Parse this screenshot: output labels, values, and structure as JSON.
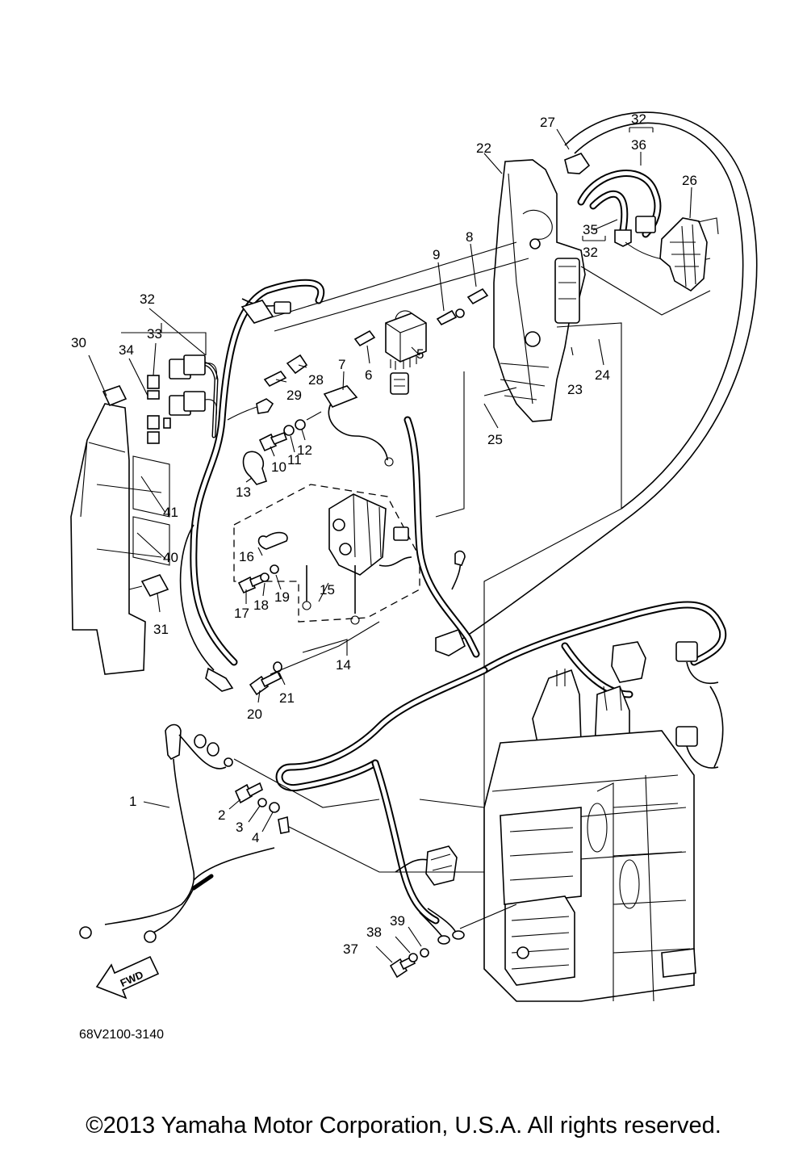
{
  "diagram": {
    "part_number_code": "68V2100-3140",
    "direction_label": "FWD",
    "copyright": "©2013 Yamaha Motor Corporation, U.S.A. All rights reserved.",
    "callouts": {
      "c1": "1",
      "c2": "2",
      "c3": "3",
      "c4": "4",
      "c5": "5",
      "c6": "6",
      "c7": "7",
      "c8": "8",
      "c9": "9",
      "c10": "10",
      "c11": "11",
      "c12": "12",
      "c13": "13",
      "c14": "14",
      "c15": "15",
      "c16": "16",
      "c17": "17",
      "c18": "18",
      "c19": "19",
      "c20": "20",
      "c21": "21",
      "c22": "22",
      "c23": "23",
      "c24": "24",
      "c25": "25",
      "c26": "26",
      "c27": "27",
      "c28": "28",
      "c29": "29",
      "c30": "30",
      "c31": "31",
      "c32a": "32",
      "c32b": "32",
      "c32c": "32",
      "c33": "33",
      "c34": "34",
      "c35": "35",
      "c36": "36",
      "c37": "37",
      "c38": "38",
      "c39": "39",
      "c40": "40",
      "c41": "41"
    }
  }
}
